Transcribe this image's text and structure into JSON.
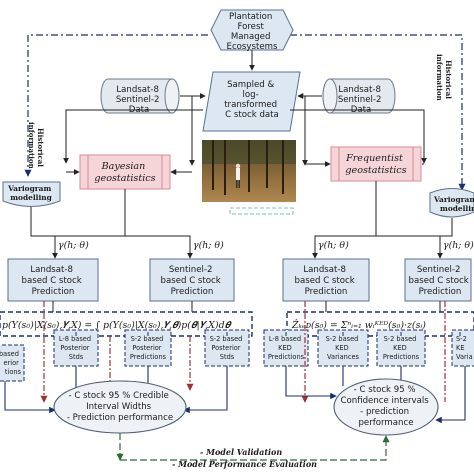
{
  "nodes": {
    "plantation": [
      "Plantation",
      "Forest",
      "Managed",
      "Ecosystems"
    ],
    "data_left": [
      "Landsat-8",
      "Sentinel-2",
      "Data"
    ],
    "data_right": [
      "Landsat-8",
      "Sentinel-2",
      "Data"
    ],
    "sampled": [
      "Sampled &",
      "log-",
      "transformed",
      "C stock data"
    ],
    "bayesian": [
      "Bayesian",
      "geostatistics"
    ],
    "frequentist": [
      "Frequentist",
      "geostatistics"
    ],
    "variogram_left": [
      "Variogram",
      "modelling"
    ],
    "variogram_right": [
      "Variogram",
      "modelling"
    ],
    "landsat_pred_left": [
      "Landsat-8",
      "based C stock",
      "Prediction"
    ],
    "sentinel_pred_left": [
      "Sentinel-2",
      "based C stock",
      "Prediction"
    ],
    "landsat_pred_right": [
      "Landsat-8",
      "based C stock",
      "Prediction"
    ],
    "sentinel_pred_right": [
      "Sentinel-2",
      "based C stock",
      "Prediction"
    ],
    "bayes_formula": "p(Y(s₀)|X(s₀),𝒀,X) = ∫ p(Y(s₀)|X(s₀),𝒀,𝜽)p(𝜽|𝒀,X)d𝜽",
    "ked_formula": "Ẑₖₑᴅ(s₀) = Σⁿᵢ₌₁ wᵢᴷᴱᴰ(s₀)·z(sᵢ)",
    "out_left_1": [
      "L-8 based",
      "Posterior",
      "Stds"
    ],
    "out_left_2": [
      "S-2 based",
      "Posterior",
      "Predictions"
    ],
    "out_left_3": [
      "S-2 based",
      "Posterior",
      "Stds"
    ],
    "out_left_0": [
      "based",
      "erior",
      "tions"
    ],
    "out_right_1": [
      "L-8 based",
      "KED",
      "Predictions"
    ],
    "out_right_2": [
      "S-2 based",
      "KED",
      "Variances"
    ],
    "out_right_3": [
      "S-2 based",
      "KED",
      "Predictions"
    ],
    "out_right_4": [
      "S-2",
      "KE",
      "Varia"
    ],
    "eval_left": [
      "- C stock 95 % Credible",
      "Interval Widths",
      "- Prediction performance"
    ],
    "eval_right": [
      "- C stock 95 %",
      "Confidence intervals",
      "- prediction",
      "performance"
    ],
    "historical_left": [
      "Historical",
      "information"
    ],
    "historical_right": [
      "Historical",
      "information"
    ],
    "gamma_labels": [
      "γ(h; θ)",
      "γ(h; θ)",
      "γ(h; θ)",
      "γ(h; θ)"
    ],
    "footer": [
      "- Model Validation",
      "- Model Performance Evaluation"
    ]
  },
  "colors": {
    "box_fill": "#dde7f1",
    "box_stroke": "#5a7290",
    "pink_fill": "#f6d5d9",
    "pink_stroke": "#d98b95",
    "navy": "#1c2e6e",
    "green": "#2e6b3a",
    "red": "#a23232"
  }
}
